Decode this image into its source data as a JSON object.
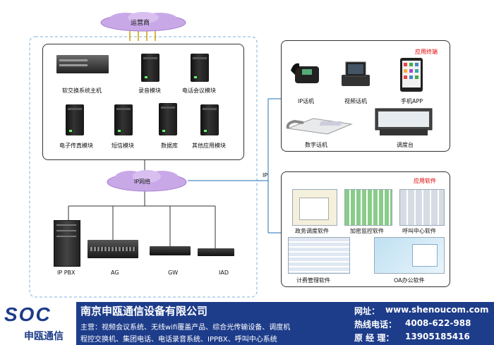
{
  "cloud_top": "运营商",
  "left_devices": {
    "softswitch": "软交换系统主机",
    "recording": "录音模块",
    "conference": "电话会议模块",
    "fax": "电子传真模块",
    "sms": "短信模块",
    "database": "数据库",
    "other": "其他应用模块"
  },
  "ip_network": "IP网络",
  "ip_link": "IP",
  "gateways": {
    "ippbx": "IP PBX",
    "ag": "AG",
    "gw": "GW",
    "iad": "IAD"
  },
  "terminals": {
    "tag": "应用终端",
    "ip_phone": "IP话机",
    "video_phone": "视频话机",
    "mobile_app": "手机APP",
    "digital_phone": "数字话机",
    "console": "调度台"
  },
  "software": {
    "tag": "应用软件",
    "dispatch": "政务调度软件",
    "monitor": "加密监控软件",
    "callcenter": "呼叫中心软件",
    "billing": "计费管理软件",
    "oa": "OA办公软件"
  },
  "footer": {
    "logo_text": "SOC",
    "logo_cn": "申瓯通信",
    "company": "南京申瓯通信设备有限公司",
    "business_line1": "主营：视频会议系统、无线wifi覆盖产品、综合光传输设备、调度机",
    "business_line2": "程控交换机、集团电话、电话录音系统、IPPBX、呼叫中心系统",
    "website_label": "网址：",
    "website": "www.shenoucom.com",
    "hotline_label": "热线电话：",
    "hotline": "4008-622-988",
    "manager_label": "原 经 理：",
    "manager_phone": "13905185416"
  },
  "colors": {
    "footer_bg": "#1d3c8a",
    "cloud": "#c9a8e8",
    "dashed_border": "#7fb3d9",
    "tag_red": "#e00000"
  }
}
